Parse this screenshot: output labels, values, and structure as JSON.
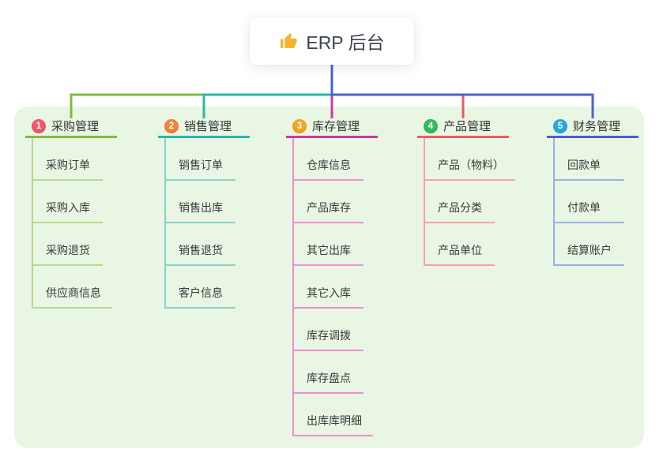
{
  "root": {
    "title": "ERP 后台",
    "icon": "thumbs-up",
    "icon_color": "#f2b52c",
    "line_color": "#4a60d1"
  },
  "canvas": {
    "background": "#ffffff",
    "panel_bg": "#e9f6e4",
    "text_color": "#3a3a3a"
  },
  "branches": [
    {
      "num": "1",
      "label": "采购管理",
      "badge": "#f2566e",
      "line": "#7cbd42",
      "line_light": "#b5da89",
      "children": [
        "采购订单",
        "采购入库",
        "采购退货",
        "供应商信息"
      ]
    },
    {
      "num": "2",
      "label": "销售管理",
      "badge": "#f5813f",
      "line": "#28b7a5",
      "line_light": "#84d3c8",
      "children": [
        "销售订单",
        "销售出库",
        "销售退货",
        "客户信息"
      ]
    },
    {
      "num": "3",
      "label": "库存管理",
      "badge": "#f6a51f",
      "line": "#cb3aa1",
      "line_light": "#ef8ecd",
      "children": [
        "仓库信息",
        "产品库存",
        "其它出库",
        "其它入库",
        "库存调拨",
        "库存盘点",
        "出库库明细"
      ]
    },
    {
      "num": "4",
      "label": "产品管理",
      "badge": "#2fbe5a",
      "line": "#f15a5e",
      "line_light": "#f7a2a4",
      "children": [
        "产品（物料）",
        "产品分类",
        "产品单位"
      ]
    },
    {
      "num": "5",
      "label": "财务管理",
      "badge": "#2aa7dc",
      "line": "#4a60d1",
      "line_light": "#9cb0e9",
      "children": [
        "回款单",
        "付款单",
        "结算账户"
      ]
    }
  ]
}
